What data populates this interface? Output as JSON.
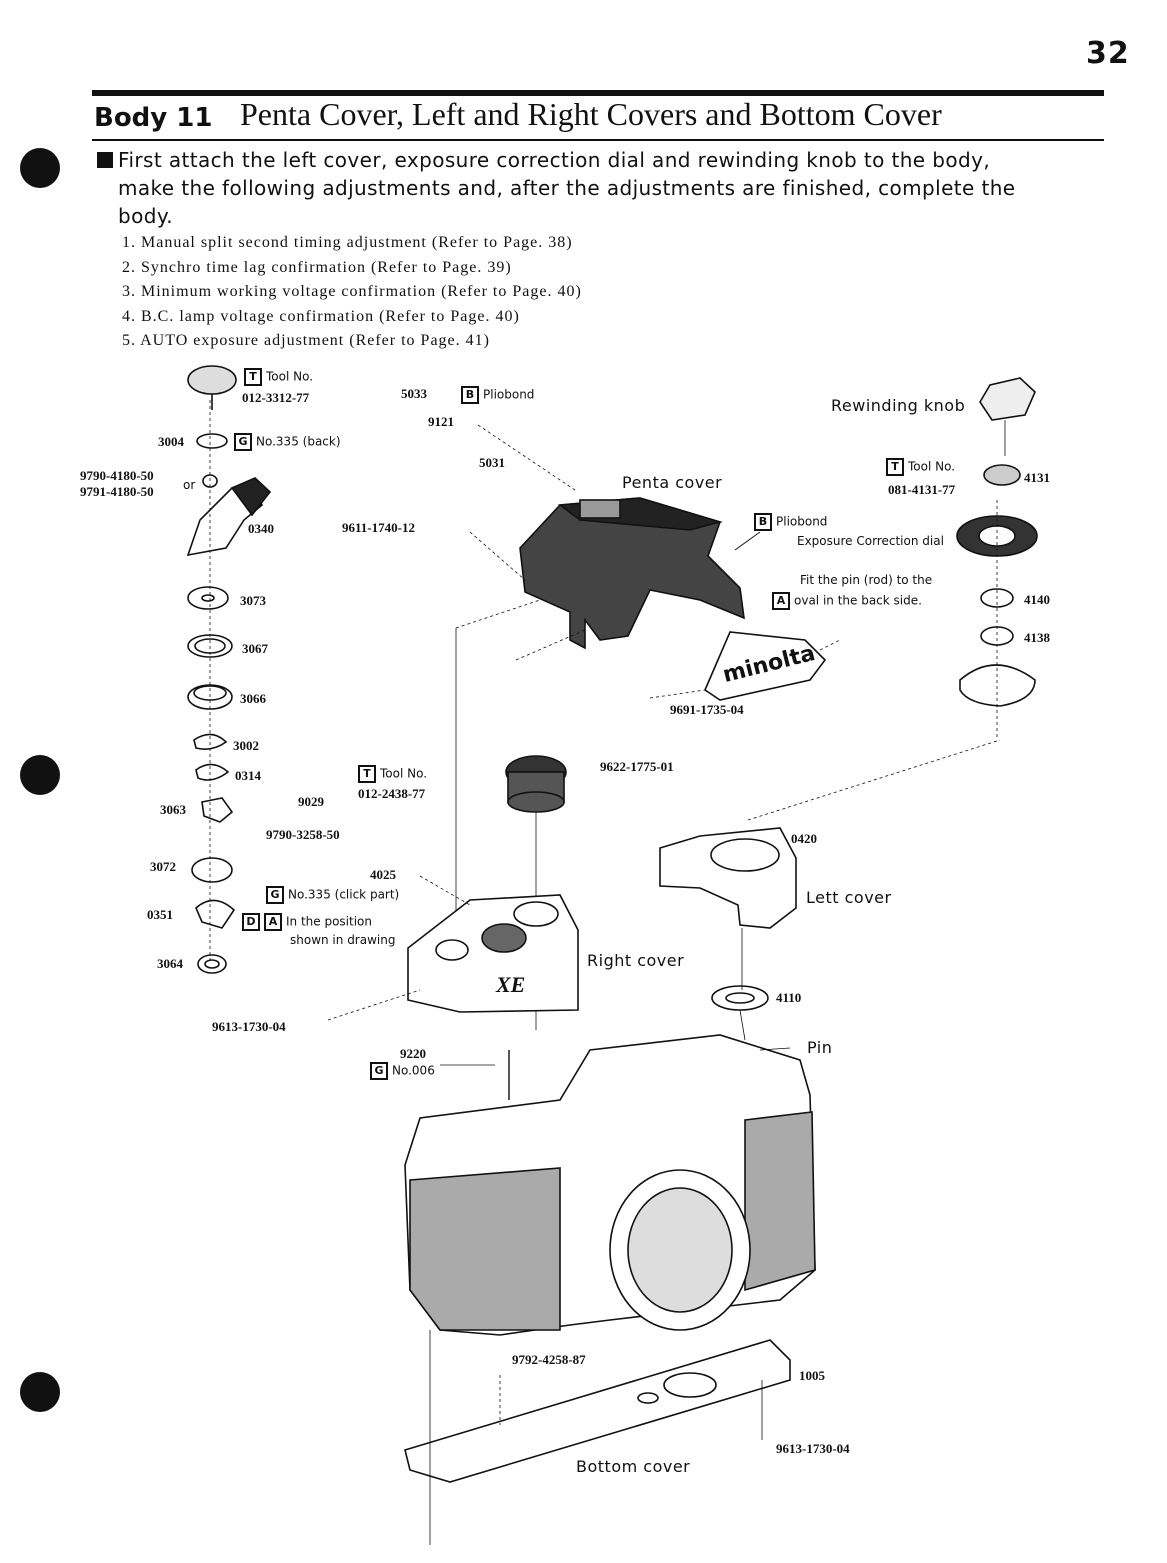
{
  "page_number": "32",
  "title": {
    "section": "Body 11",
    "text": "Penta Cover, Left and Right Covers and Bottom Cover"
  },
  "intro": "First attach the left cover, exposure correction dial and rewinding knob to the body, make the following adjustments and, after the adjustments are finished, complete the body.",
  "steps": [
    "1. Manual split second timing adjustment (Refer to Page. 38)",
    "2. Synchro time lag confirmation (Refer to Page. 39)",
    "3. Minimum working voltage confirmation (Refer to Page. 40)",
    "4. B.C. lamp voltage confirmation (Refer to Page. 40)",
    "5. AUTO exposure adjustment (Refer to Page. 41)"
  ],
  "captions": {
    "penta_cover": "Penta cover",
    "rewinding_knob": "Rewinding knob",
    "exposure_dial": "Exposure Correction dial",
    "fit_pin_1": "Fit the pin (rod) to the",
    "fit_pin_2": "oval in the back side.",
    "left_cover": "Lett cover",
    "right_cover": "Right cover",
    "bottom_cover": "Bottom cover",
    "pin": "Pin",
    "position_1": "In the position",
    "position_2": "shown in drawing",
    "logo": "minolta",
    "model": "XE"
  },
  "notes": {
    "tool_no": "Tool No.",
    "pliobond": "Pliobond",
    "no335_back": "No.335 (back)",
    "no335_click": "No.335 (click part)",
    "no006": "No.006",
    "or": "or"
  },
  "labels": {
    "p012_3312_77": "012-3312-77",
    "p3004": "3004",
    "p9790_4180_50": "9790-4180-50",
    "p9791_4180_50": "9791-4180-50",
    "p0340": "0340",
    "p3073": "3073",
    "p3067": "3067",
    "p3066": "3066",
    "p3002": "3002",
    "p0314": "0314",
    "p3063": "3063",
    "p3072": "3072",
    "p0351": "0351",
    "p3064": "3064",
    "p5033": "5033",
    "p9121": "9121",
    "p5031": "5031",
    "p9611_1740_12": "9611-1740-12",
    "p9691_1735_04": "9691-1735-04",
    "p9622_1775_01": "9622-1775-01",
    "p012_2438_77": "012-2438-77",
    "p9029": "9029",
    "p9790_3258_50": "9790-3258-50",
    "p4025": "4025",
    "p9613_1730_04a": "9613-1730-04",
    "p9220": "9220",
    "p081_4131_77": "081-4131-77",
    "p4131": "4131",
    "p4140": "4140",
    "p4138": "4138",
    "p0420": "0420",
    "p4110": "4110",
    "p9792_4258_87": "9792-4258-87",
    "p1005": "1005",
    "p9613_1730_04b": "9613-1730-04"
  }
}
